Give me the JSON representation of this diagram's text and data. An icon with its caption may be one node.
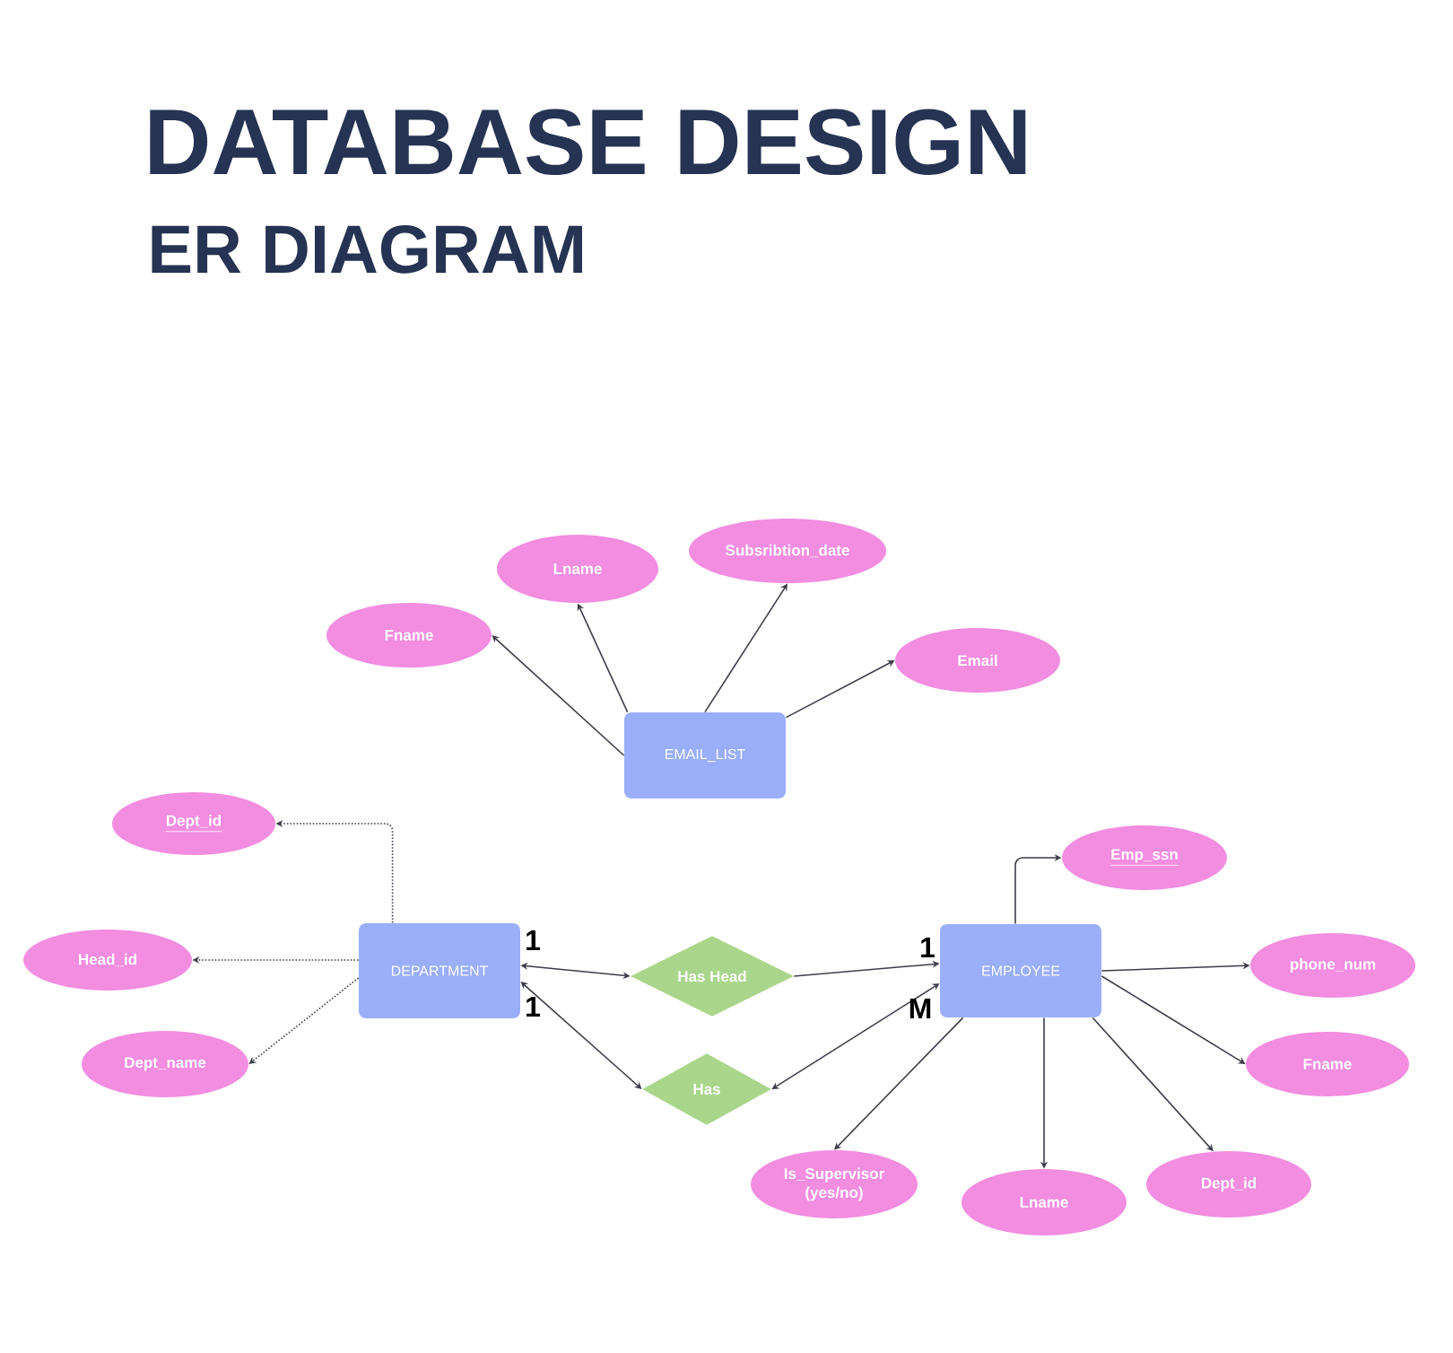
{
  "diagram": {
    "title": "DATABASE DESIGN",
    "nodes": [
      {
        "text": [
          "Subsribtion_date"
        ]
      },
      {
        "text": [
          "Lname"
        ]
      },
      {
        "text": [
          "Fname"
        ]
      },
      {
        "text": [
          "Email"
        ]
      },
      {
        "text": [
          "EMAIL_LIST"
        ]
      },
      {
        "text": [
          "Dept_id"
        ]
      },
      {
        "text": [
          "Emp_ssn"
        ]
      },
      {
        "text": [
          "Head_id"
        ]
      },
      {
        "text": [
          "DEPARTMENT"
        ]
      },
      {
        "text": [
          "Has Head"
        ]
      },
      {
        "text": [
          "EMPLOYEE"
        ]
      },
      {
        "text": [
          "phone_num"
        ]
      },
      {
        "text": [
          "Dept_name"
        ]
      },
      {
        "text": [
          "Has"
        ]
      },
      {
        "text": [
          "Fname"
        ]
      },
      {
        "text": [
          "Is_Supervisor (yes/no)"
        ]
      },
      {
        "text": [
          "Dept_id"
        ]
      },
      {
        "text": [
          "Lname"
        ]
      }
    ],
    "edges": [
      {
        "from": 4,
        "to": 2,
        "arrow": "to"
      },
      {
        "from": 4,
        "to": 1,
        "arrow": "to"
      },
      {
        "from": 4,
        "to": 0,
        "arrow": "to"
      },
      {
        "from": 4,
        "to": 3,
        "arrow": "to"
      },
      {
        "from": 8,
        "to": 5,
        "arrow": "to",
        "style": "dashed"
      },
      {
        "from": 8,
        "to": 7,
        "arrow": "to",
        "style": "dashed"
      },
      {
        "from": 8,
        "to": 12,
        "arrow": "to",
        "style": "dashed"
      },
      {
        "from": 8,
        "to": 9,
        "arrow": "both"
      },
      {
        "from": 8,
        "to": 13,
        "arrow": "both"
      },
      {
        "from": 9,
        "to": 10,
        "arrow": "to"
      },
      {
        "from": 13,
        "to": 10,
        "arrow": "both"
      },
      {
        "from": 10,
        "to": 6,
        "arrow": "to"
      },
      {
        "from": 10,
        "to": 11,
        "arrow": "to"
      },
      {
        "from": 10,
        "to": 14,
        "arrow": "to"
      },
      {
        "from": 10,
        "to": 15,
        "arrow": "to"
      },
      {
        "from": 10,
        "to": 17,
        "arrow": "to"
      },
      {
        "from": 10,
        "to": 16,
        "arrow": "to"
      }
    ],
    "labels": [
      "ER DIAGRAM",
      "1",
      "1",
      "1",
      "M"
    ]
  }
}
